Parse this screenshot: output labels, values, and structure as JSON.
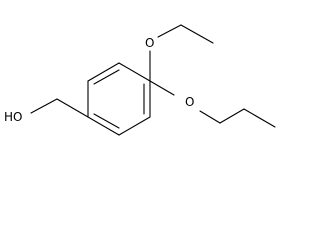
{
  "diagram": {
    "atom_labels": {
      "hydroxyl": "HO",
      "ethoxy_oxygen": "O",
      "propoxy_oxygen": "O"
    },
    "colors": {
      "background": "#ffffff",
      "bond": "#000000",
      "text": "#000000"
    }
  }
}
